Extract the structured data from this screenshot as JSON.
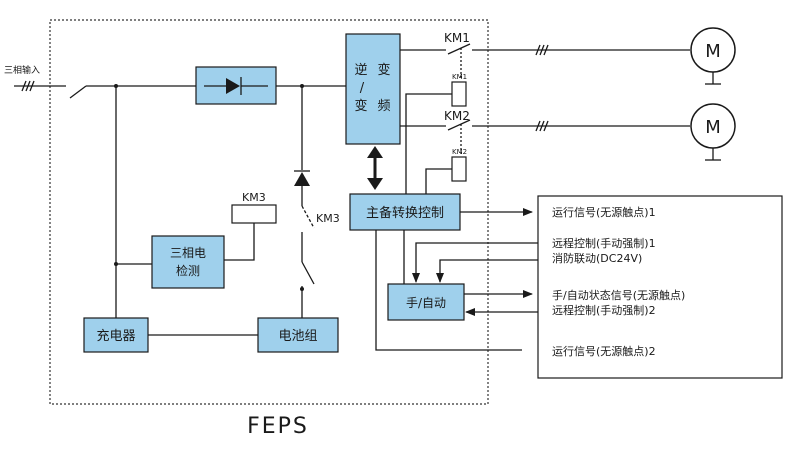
{
  "diagram": {
    "input_label": "三相输入",
    "feps_label": "FEPS",
    "boxes": {
      "inverter_l1a": "逆",
      "inverter_l1b": "变",
      "inverter_l2": "/",
      "inverter_l3a": "变",
      "inverter_l3b": "频",
      "main_backup": "主备转换控制",
      "three_phase_l1": "三相电",
      "three_phase_l2": "检测",
      "charger": "充电器",
      "battery": "电池组",
      "manual_auto": "手/自动"
    },
    "contactors": {
      "km1_switch": "KM1",
      "km1_coil": "KM1",
      "km2_switch": "KM2",
      "km2_coil": "KM2",
      "km3_coil": "KM3",
      "km3_switch": "KM3"
    },
    "motor_symbol": "M",
    "signals": {
      "run_signal_1": "运行信号(无源触点)1",
      "remote_control_1": "远程控制(手动强制)1",
      "fire_linkage": "消防联动(DC24V)",
      "status_signal": "手/自动状态信号(无源触点)",
      "remote_control_2": "远程控制(手动强制)2",
      "run_signal_2": "运行信号(无源触点)2"
    },
    "colors": {
      "box_fill": "#9fd0ec",
      "line": "#1a1a1a"
    }
  }
}
